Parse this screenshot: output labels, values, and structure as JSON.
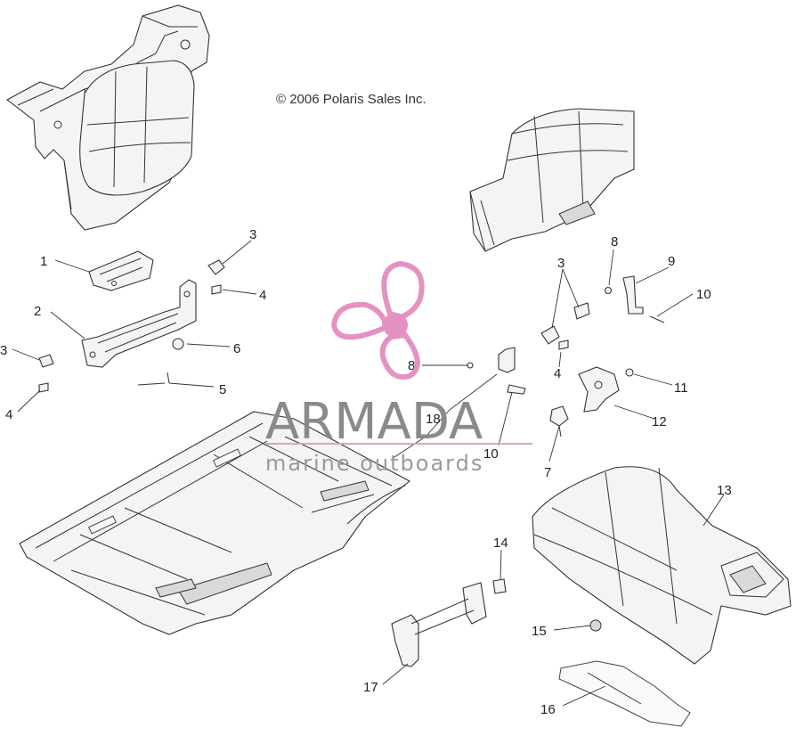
{
  "copyright": "© 2006 Polaris Sales Inc.",
  "watermark": {
    "brand": "ARMADA",
    "tagline": "marine outboards",
    "logo_icon": "propeller-icon",
    "logo_color": "#e07fb8",
    "text_color": "#8a8a8a",
    "rule_color": "#d9a3c8"
  },
  "callouts": [
    "1",
    "2",
    "3",
    "4",
    "3",
    "4",
    "5",
    "6",
    "8",
    "3",
    "9",
    "10",
    "8",
    "4",
    "11",
    "12",
    "18",
    "10",
    "7",
    "13",
    "14",
    "15",
    "16",
    "17"
  ]
}
